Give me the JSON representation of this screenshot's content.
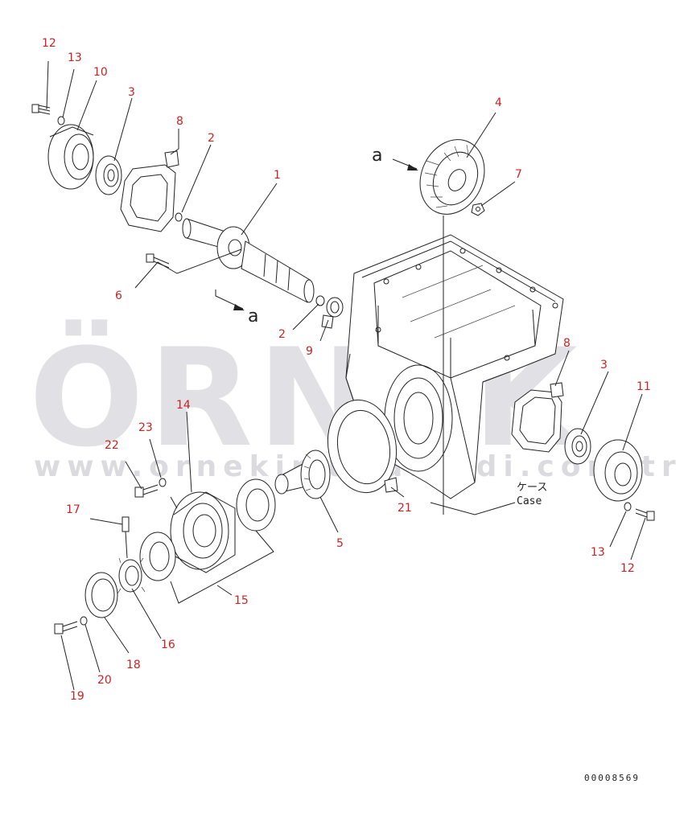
{
  "watermark": {
    "brand": "ÖRNEK",
    "url": "www.ornekimuhurtadi.com.tr",
    "brand_color": "#d8d6dc",
    "accent_color": "#f0d060"
  },
  "callouts": {
    "c12a": "12",
    "c13a": "13",
    "c10": "10",
    "c3a": "3",
    "c8a": "8",
    "c2a": "2",
    "c1": "1",
    "c6": "6",
    "c2b": "2",
    "c9": "9",
    "c4": "4",
    "c7": "7",
    "c8b": "8",
    "c3b": "3",
    "c11": "11",
    "c13b": "13",
    "c12b": "12",
    "c14": "14",
    "c23": "23",
    "c22": "22",
    "c17": "17",
    "c15": "15",
    "c16": "16",
    "c18": "18",
    "c20": "20",
    "c19": "19",
    "c5": "5",
    "c21": "21"
  },
  "view_markers": {
    "a1": "a",
    "a2": "a"
  },
  "case_label": {
    "jp": "ケース",
    "en": "Case"
  },
  "drawing_code": "00008569",
  "colors": {
    "callout": "#cc2222",
    "line": "#222222"
  }
}
